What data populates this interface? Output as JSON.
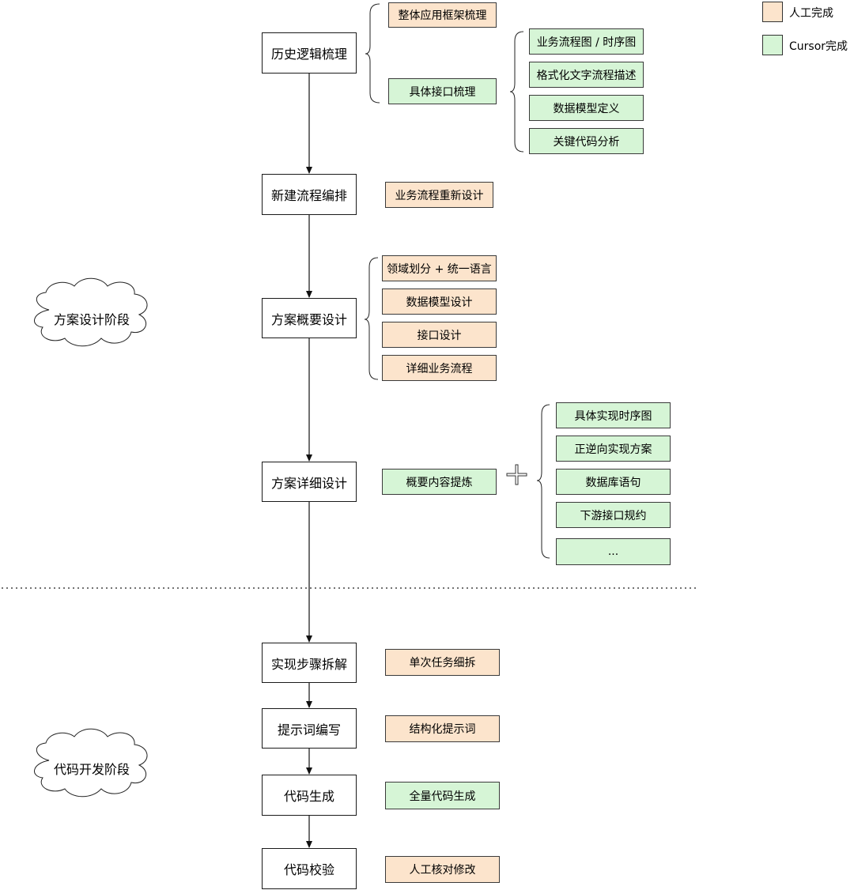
{
  "colors": {
    "manual": "#fce4cc",
    "cursor": "#d6f5d6"
  },
  "legend": [
    {
      "label": "人工完成",
      "color": "#fce4cc"
    },
    {
      "label": "Cursor完成",
      "color": "#d6f5d6"
    }
  ],
  "phases": [
    "方案设计阶段",
    "代码开发阶段"
  ],
  "main_steps": [
    "历史逻辑梳理",
    "新建流程编排",
    "方案概要设计",
    "方案详细设计",
    "实现步骤拆解",
    "提示词编写",
    "代码生成",
    "代码校验"
  ],
  "step1": {
    "children": [
      {
        "label": "整体应用框架梳理",
        "type": "manual"
      },
      {
        "label": "具体接口梳理",
        "type": "cursor"
      }
    ],
    "sub": [
      {
        "label": "业务流程图 / 时序图",
        "type": "cursor"
      },
      {
        "label": "格式化文字流程描述",
        "type": "cursor"
      },
      {
        "label": "数据模型定义",
        "type": "cursor"
      },
      {
        "label": "关键代码分析",
        "type": "cursor"
      }
    ]
  },
  "step2": {
    "children": [
      {
        "label": "业务流程重新设计",
        "type": "manual"
      }
    ]
  },
  "step3": {
    "children": [
      {
        "label": "领域划分 + 统一语言",
        "type": "manual"
      },
      {
        "label": "数据模型设计",
        "type": "manual"
      },
      {
        "label": "接口设计",
        "type": "manual"
      },
      {
        "label": "详细业务流程",
        "type": "manual"
      }
    ]
  },
  "step4": {
    "children": [
      {
        "label": "概要内容提炼",
        "type": "cursor"
      }
    ],
    "sub": [
      {
        "label": "具体实现时序图",
        "type": "cursor"
      },
      {
        "label": "正逆向实现方案",
        "type": "cursor"
      },
      {
        "label": "数据库语句",
        "type": "cursor"
      },
      {
        "label": "下游接口规约",
        "type": "cursor"
      },
      {
        "label": "...",
        "type": "cursor"
      }
    ]
  },
  "step5": {
    "children": [
      {
        "label": "单次任务细拆",
        "type": "manual"
      }
    ]
  },
  "step6": {
    "children": [
      {
        "label": "结构化提示词",
        "type": "manual"
      }
    ]
  },
  "step7": {
    "children": [
      {
        "label": "全量代码生成",
        "type": "cursor"
      }
    ]
  },
  "step8": {
    "children": [
      {
        "label": "人工核对修改",
        "type": "manual"
      }
    ]
  }
}
